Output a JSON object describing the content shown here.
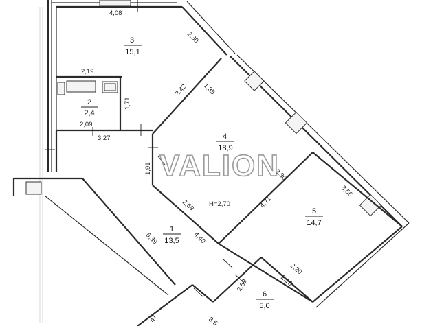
{
  "watermark": "VALION",
  "ceiling_height": "H=2,70",
  "rooms": [
    {
      "number": "1",
      "area": "13,5"
    },
    {
      "number": "2",
      "area": "2,4"
    },
    {
      "number": "3",
      "area": "15,1"
    },
    {
      "number": "4",
      "area": "18,9"
    },
    {
      "number": "5",
      "area": "14,7"
    },
    {
      "number": "6",
      "area": "5,0"
    }
  ],
  "dimensions": [
    "4,08",
    "2,30",
    "2,19",
    "3,42",
    "1,85",
    "1,71",
    "2,09",
    "3,27",
    "1,91",
    "3,30",
    "3,56",
    "2,69",
    "4,71",
    "4,40",
    "6,39",
    "2,20",
    "2,10",
    "2,59",
    "47",
    "3,5"
  ]
}
